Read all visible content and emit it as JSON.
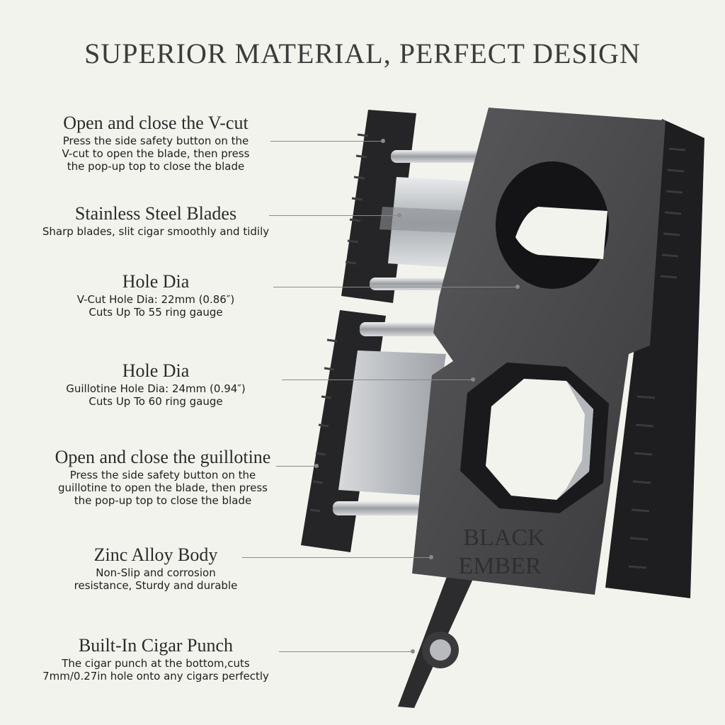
{
  "title": "SUPERIOR MATERIAL, PERFECT DESIGN",
  "brand": {
    "line1": "BLACK",
    "line2": "EMBER"
  },
  "features": [
    {
      "heading": "Open and close the V-cut",
      "lines": [
        "Press the side safety button on the",
        "V-cut to open the blade, then press",
        "the pop-up top to close the blade"
      ]
    },
    {
      "heading": "Stainless Steel Blades",
      "lines": [
        "Sharp blades, slit cigar smoothly and tidily"
      ]
    },
    {
      "heading": "Hole Dia",
      "lines": [
        "V-Cut Hole Dia: 22mm (0.86″)",
        "Cuts Up To 55 ring gauge"
      ]
    },
    {
      "heading": "Hole Dia",
      "lines": [
        "Guillotine Hole Dia: 24mm (0.94″)",
        "Cuts Up To 60 ring gauge"
      ]
    },
    {
      "heading": "Open and close the guillotine",
      "lines": [
        "Press the side safety button on the",
        "guillotine to open the blade, then press",
        "the pop-up top to close the blade"
      ]
    },
    {
      "heading": "Zinc Alloy Body",
      "lines": [
        "Non-Slip and corrosion",
        "resistance, Sturdy and durable"
      ]
    },
    {
      "heading": "Built-In Cigar Punch",
      "lines": [
        "The cigar punch at the bottom,cuts",
        "7mm/0.27in hole onto any cigars perfectly"
      ]
    }
  ],
  "colors": {
    "body": "#4a4a4c",
    "body_dark": "#2a2a2c",
    "steel": "#c9cccf",
    "background": "#f3f3ee"
  }
}
